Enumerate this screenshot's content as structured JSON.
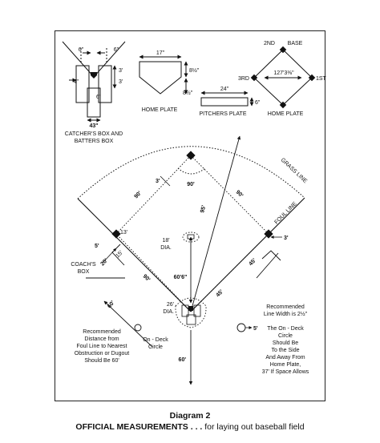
{
  "panels": {
    "catchers_box": {
      "dim_6_left": "6\"",
      "dim_6_right": "6\"",
      "dim_4": "4\"",
      "dim_3_upper": "3'",
      "dim_3_lower": "3'",
      "dim_6_vertical": "6'",
      "dim_43": "43\"",
      "caption_line1": "CATCHER'S BOX AND",
      "caption_line2": "BATTERS BOX"
    },
    "home_plate_1": {
      "dim_17": "17\"",
      "dim_8_top": "8½\"",
      "dim_8_bottom": "8½\"",
      "caption": "HOME PLATE"
    },
    "pitchers_plate": {
      "dim_24": "24\"",
      "dim_6": "6\"",
      "caption": "PITCHERS PLATE"
    },
    "bases": {
      "label_2nd": "2ND",
      "label_base": "BASE",
      "label_3rd": "3RD",
      "label_1st": "1ST",
      "dim_127": "127'3⅜\"",
      "caption": "HOME PLATE"
    }
  },
  "field": {
    "grass_line": "GRASS LINE",
    "foul_line": "FOUL LINE",
    "dim_90_top": "90'",
    "dim_90_left": "90'",
    "dim_90_right": "90'",
    "dim_90_lower_left": "90'",
    "dim_95": "95'",
    "dim_3_top": "3'",
    "dim_13": "13'",
    "dim_3_right": "3'",
    "dim_5": "5'",
    "dim_20": "20'",
    "dim_15": "15'",
    "dim_45": "45'",
    "dim_45_lower": "45'",
    "dim_60_left": "60'",
    "dim_60_6": "60'6\"",
    "dim_60_bottom": "60'",
    "dim_5_ondeck": "5'",
    "mound_line1": "18'",
    "mound_line2": "DIA.",
    "home_line1": "26'",
    "home_line2": "DIA.",
    "coaches_box_line1": "COACH'S",
    "coaches_box_line2": "BOX",
    "on_deck_line1": "On - Deck",
    "on_deck_line2": "Circle",
    "note_left": [
      "Recommended",
      "Distance from",
      "Foul Line to Nearest",
      "Obstruction or Dugout",
      "Should Be 60'"
    ],
    "note_right_top": [
      "Recommended",
      "Line Width is 2½\""
    ],
    "note_right_bottom": [
      "The On - Deck",
      "Circle",
      "Should Be",
      "To the Side",
      "And Away From",
      "Home Plate,",
      "37' If Space Allows"
    ]
  },
  "caption": {
    "title": "Diagram 2",
    "subtitle_bold": "OFFICIAL MEASUREMENTS . . .",
    "subtitle_rest": " for laying out baseball field"
  }
}
